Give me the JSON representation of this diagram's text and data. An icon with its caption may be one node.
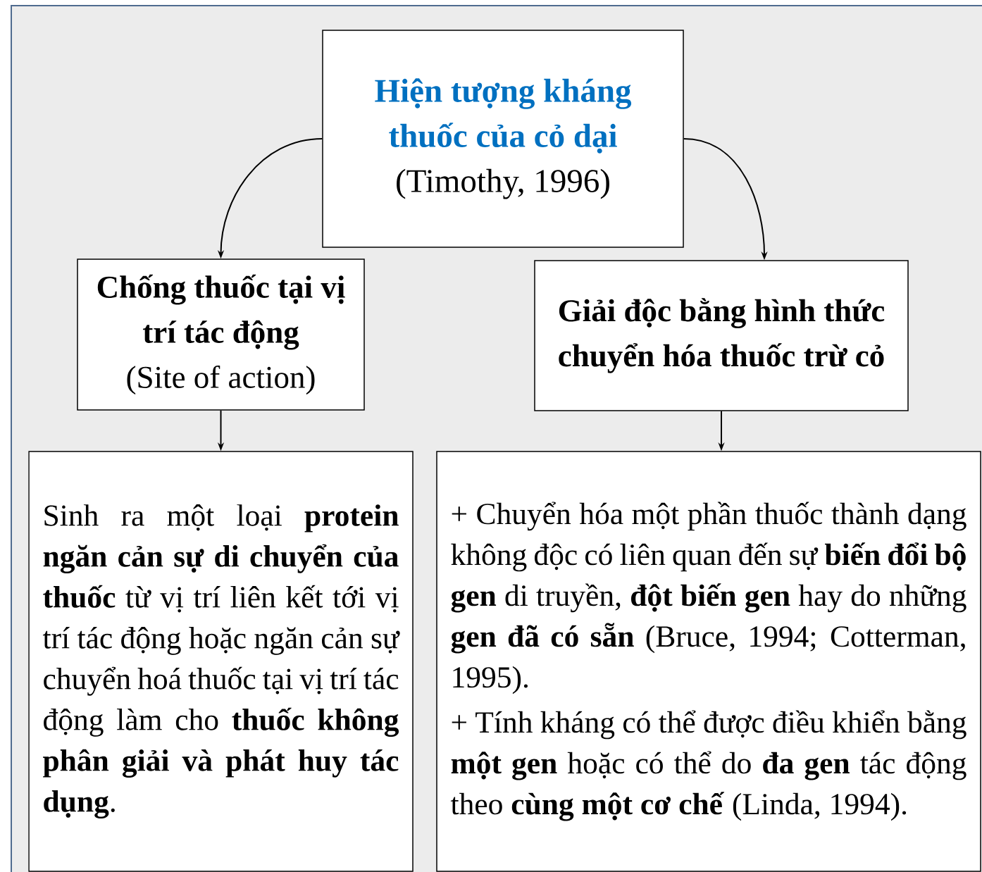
{
  "diagram": {
    "nodes": [
      {
        "text": [
          "Hiện tượng kháng thuốc của cỏ dại",
          "(Timothy, 1996)"
        ]
      },
      {
        "text": [
          "Chống thuốc tại vị trí tác động",
          "(Site of action)"
        ]
      },
      {
        "text": [
          "Giải độc bằng hình thức chuyển hóa thuốc trừ cỏ"
        ]
      },
      {
        "text": [
          "Sinh ra một loại **protein ngăn cản sự di chuyển của thuốc** từ vị trí liên kết tới vị trí tác động hoặc ngăn cản sự chuyển hoá thuốc tại vị trí tác động làm cho **thuốc không phân giải và phát huy tác dụng**."
        ]
      },
      {
        "text": [
          "+ Chuyển hóa một phần thuốc thành dạng không độc có liên quan đến sự **biến đổi bộ gen** di truyền, **đột biến gen** hay do những **gen đã có sẵn** (Bruce, 1994; Cotterman, 1995).",
          "+ Tính kháng có thể được điều khiển bằng **một gen** hoặc có thể do **đa gen** tác động theo **cùng một cơ chế** (Linda, 1994)."
        ]
      }
    ],
    "edges": [
      {
        "from": 0,
        "to": 1,
        "arrow": "to"
      },
      {
        "from": 0,
        "to": 2,
        "arrow": "to"
      },
      {
        "from": 1,
        "to": 3,
        "arrow": "to"
      },
      {
        "from": 2,
        "to": 4,
        "arrow": "to"
      }
    ]
  }
}
